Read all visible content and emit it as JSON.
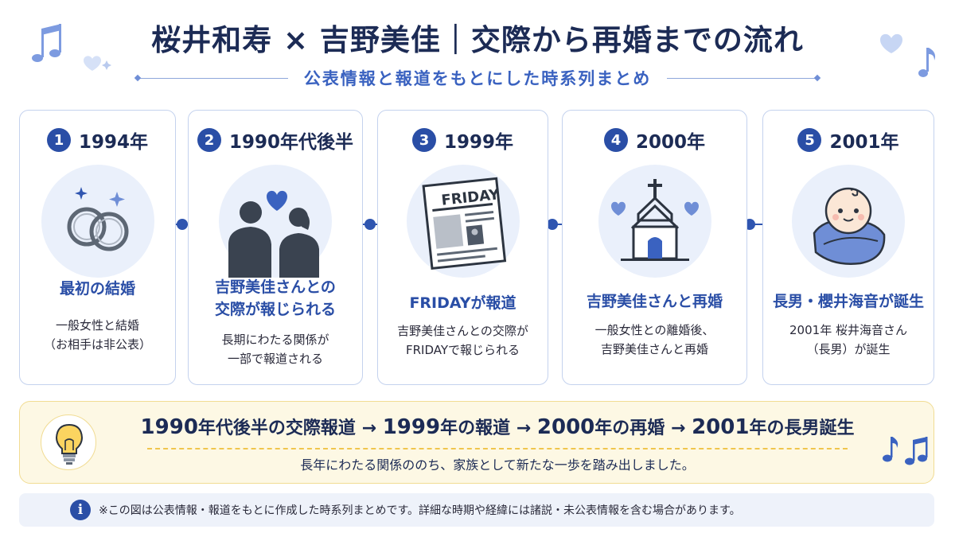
{
  "title": "桜井和寿 × 吉野美佳｜交際から再婚までの流れ",
  "subtitle": "公表情報と報道をもとにした時系列まとめ",
  "colors": {
    "primary": "#2a4ea6",
    "accent": "#3a62c0",
    "icon_light": "#eaf0fb",
    "summary_bg": "#fdf8e4"
  },
  "steps": [
    {
      "number": "1",
      "period": "1994年",
      "icon": "wedding-rings-icon",
      "title": [
        "最初の結婚"
      ],
      "desc": [
        "一般女性と結婚",
        "（お相手は非公表）"
      ]
    },
    {
      "number": "2",
      "period": "1990年代後半",
      "icon": "couple-heart-icon",
      "title": [
        "吉野美佳さんとの",
        "交際が報じられる"
      ],
      "desc": [
        "長期にわたる関係が",
        "一部で報道される"
      ]
    },
    {
      "number": "3",
      "period": "1999年",
      "icon": "newspaper-icon",
      "icon_text": "FRIDAY",
      "title": [
        "FRIDAYが報道"
      ],
      "desc": [
        "吉野美佳さんとの交際が",
        "FRIDAYで報じられる"
      ]
    },
    {
      "number": "4",
      "period": "2000年",
      "icon": "chapel-icon",
      "title": [
        "吉野美佳さんと再婚"
      ],
      "desc": [
        "一般女性との離婚後、",
        "吉野美佳さんと再婚"
      ]
    },
    {
      "number": "5",
      "period": "2001年",
      "icon": "baby-icon",
      "title": [
        "長男・櫻井海音が誕生"
      ],
      "desc": [
        "2001年 桜井海音さん",
        "（長男）が誕生"
      ]
    }
  ],
  "summary": {
    "parts": [
      {
        "year": "1990",
        "rest": "年代後半の交際報道"
      },
      {
        "year": "1999",
        "rest": "年の報道"
      },
      {
        "year": "2000",
        "rest": "年の再婚"
      },
      {
        "year": "2001",
        "rest": "年の長男誕生"
      }
    ],
    "arrow": "→",
    "sub": "長年にわたる関係ののち、家族として新たな一歩を踏み出しました。"
  },
  "notice": "※この図は公表情報・報道をもとに作成した時系列まとめです。詳細な時期や経緯には諸説・未公表情報を含む場合があります。"
}
